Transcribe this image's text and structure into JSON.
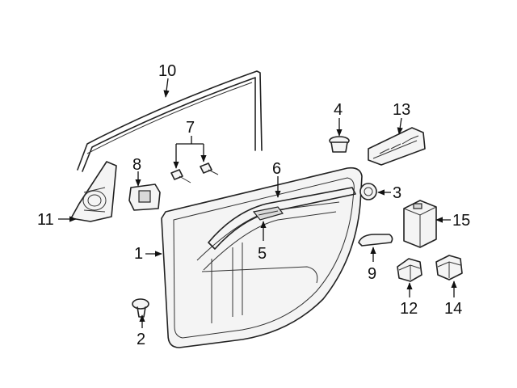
{
  "diagram": {
    "parts": [
      {
        "id": "door-trim-panel",
        "label": "1"
      },
      {
        "id": "push-clip",
        "label": "2"
      },
      {
        "id": "grommet",
        "label": "3"
      },
      {
        "id": "retainer-clip",
        "label": "4"
      },
      {
        "id": "inside-handle",
        "label": "5"
      },
      {
        "id": "armrest-insert",
        "label": "6"
      },
      {
        "id": "screws",
        "label": "7"
      },
      {
        "id": "bracket",
        "label": "8"
      },
      {
        "id": "reflector-lamp",
        "label": "9"
      },
      {
        "id": "window-weatherstrip",
        "label": "10"
      },
      {
        "id": "mirror-cover-speaker",
        "label": "11"
      },
      {
        "id": "lock-switch",
        "label": "12"
      },
      {
        "id": "window-switch",
        "label": "13"
      },
      {
        "id": "seat-switch",
        "label": "14"
      },
      {
        "id": "control-module",
        "label": "15"
      }
    ]
  }
}
